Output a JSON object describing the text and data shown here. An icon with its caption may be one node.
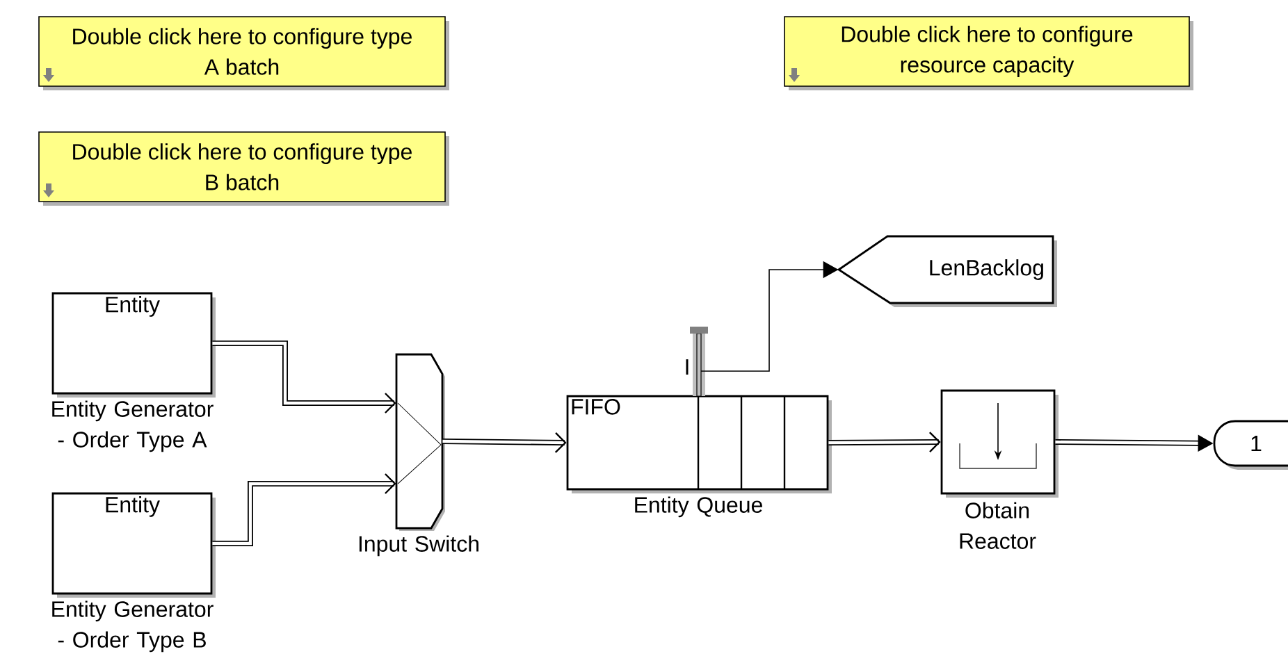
{
  "diagram": {
    "nodes": [
      {
        "text": [
          "Double click here to configure type A batch"
        ]
      },
      {
        "text": [
          "Double click here to configure resource capacity"
        ]
      },
      {
        "text": [
          "Double click here to configure type B batch"
        ]
      },
      {
        "text": [
          "Entity"
        ],
        "beside": [
          "Entity Generator - Order Type A"
        ]
      },
      {
        "text": [
          "Entity"
        ],
        "beside": [
          "Entity Generator - Order Type B"
        ]
      },
      {
        "text": [],
        "shape": "box",
        "beside": [
          "Input Switch"
        ]
      },
      {
        "text": [
          "FIFO"
        ],
        "beside": [
          "Entity Queue"
        ]
      },
      {
        "text": [
          "LenBacklog"
        ]
      },
      {
        "text": [],
        "shape": "box",
        "beside": [
          "Obtain Reactor"
        ]
      },
      {
        "text": [
          "1"
        ]
      }
    ],
    "edges": [
      {
        "from": 3,
        "to": 5,
        "arrow": "to"
      },
      {
        "from": 4,
        "to": 5,
        "arrow": "to"
      },
      {
        "from": 5,
        "to": 6,
        "arrow": "to"
      },
      {
        "from": 6,
        "to": 8,
        "arrow": "to"
      },
      {
        "from": 8,
        "to": 9,
        "arrow": "to"
      },
      {
        "from": 6,
        "to": 7,
        "arrow": "to"
      }
    ],
    "labels": [
      "I"
    ]
  }
}
